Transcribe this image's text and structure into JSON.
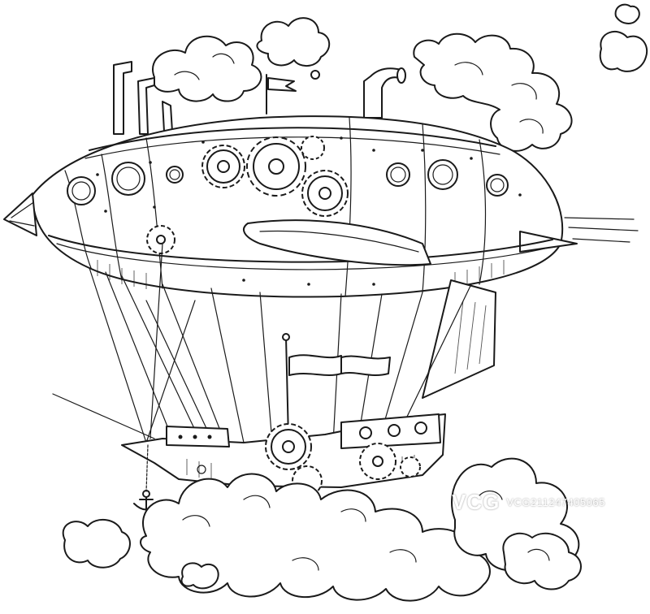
{
  "image": {
    "subject": "steampunk airship",
    "style": "black-and-white ink engraving"
  },
  "watermark": {
    "logo": "VCG",
    "id": "VCG211247405065"
  },
  "colors": {
    "ink": "#1a1a1a",
    "paper": "#ffffff"
  }
}
